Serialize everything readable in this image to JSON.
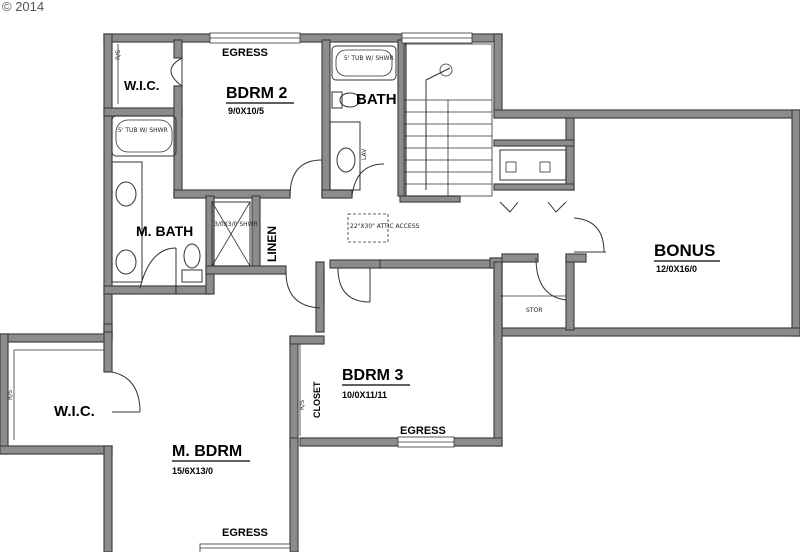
{
  "copyright": "© 2014",
  "rooms": {
    "bdrm2": {
      "name": "BDRM 2",
      "size": "9/0X10/5"
    },
    "bath": {
      "name": "BATH"
    },
    "wic_top": {
      "name": "W.I.C."
    },
    "m_bath": {
      "name": "M. BATH"
    },
    "linen": {
      "name": "LINEN"
    },
    "bonus": {
      "name": "BONUS",
      "size": "12/0X16/0"
    },
    "bdrm3": {
      "name": "BDRM 3",
      "size": "10/0X11/11"
    },
    "closet": {
      "name": "CLOSET"
    },
    "wic_left": {
      "name": "W.I.C."
    },
    "m_bdrm": {
      "name": "M. BDRM",
      "size": "15/6X13/0"
    },
    "stor": {
      "name": "STOR"
    }
  },
  "egress": {
    "top": "EGRESS",
    "bdrm3": "EGRESS",
    "bottom": "EGRESS"
  },
  "fixtures": {
    "tub_top": "5' TUB W/ SHWR",
    "tub_left": "5' TUB W/ SHWR",
    "shower": "3/0X3/0 SHWR",
    "attic": "22\"X30\" ATTIC ACCESS",
    "rs": "R/S",
    "lav": "LAV"
  }
}
